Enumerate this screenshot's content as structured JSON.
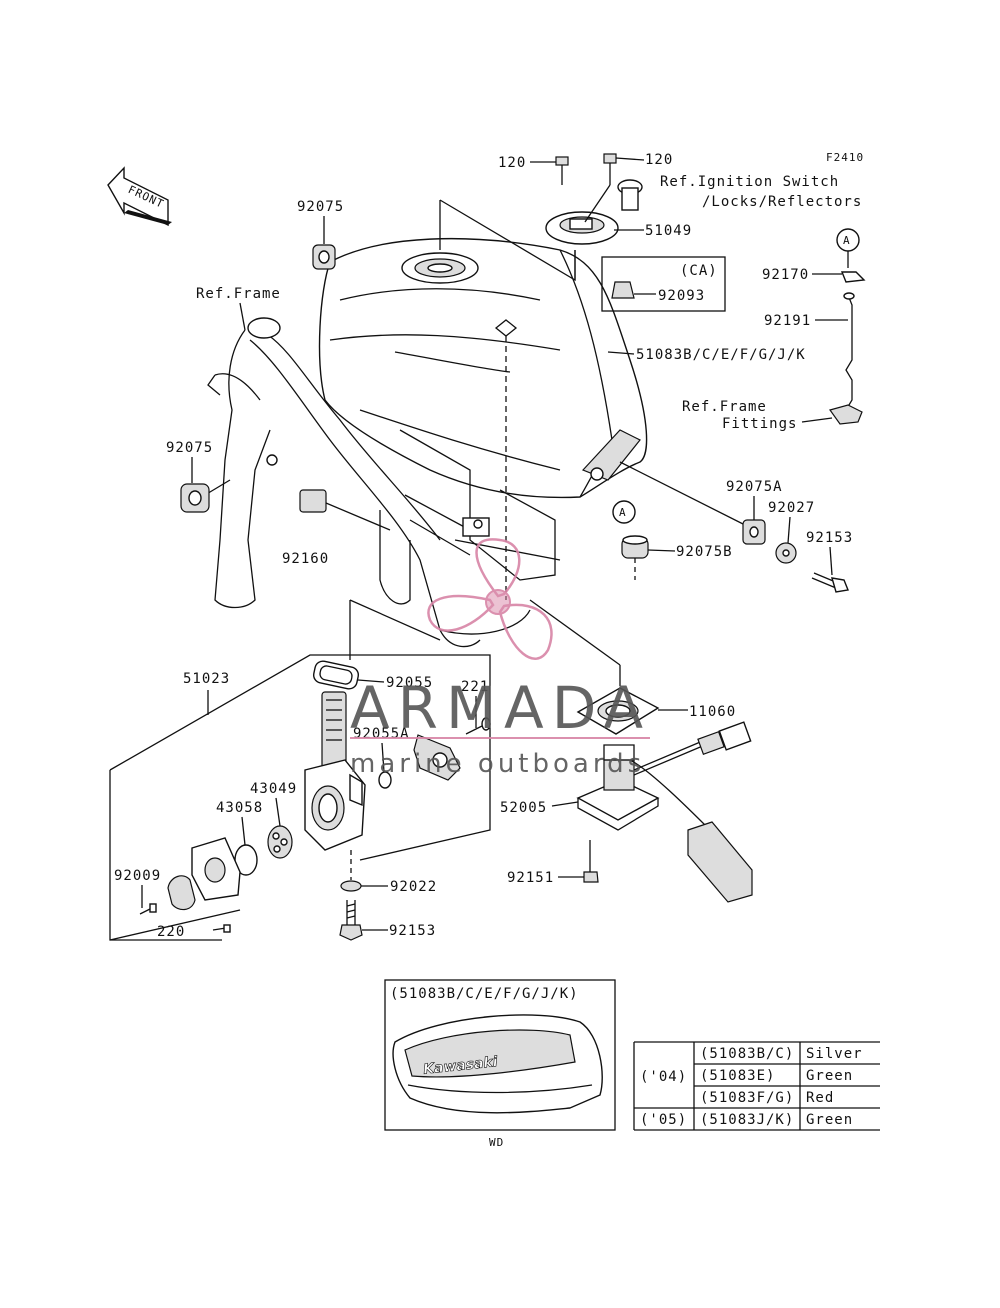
{
  "figure_id": "F2410",
  "front_label": "FRONT",
  "watermark": {
    "brand": "ARMADA",
    "tagline": "marine outboards",
    "color": "#d884a6"
  },
  "callouts": {
    "c120a": "120",
    "c120b": "120",
    "ref_ignition_1": "Ref.Ignition Switch",
    "ref_ignition_2": "/Locks/Reflectors",
    "c51049": "51049",
    "ca": "(CA)",
    "c92093": "92093",
    "marker_a1": "A",
    "c92170": "92170",
    "c92191": "92191",
    "c92075_top": "92075",
    "ref_frame": "Ref.Frame",
    "c51083": "51083B/C/E/F/G/J/K",
    "ref_frame_fittings_1": "Ref.Frame",
    "ref_frame_fittings_2": "Fittings",
    "c92075_left": "92075",
    "c92075A": "92075A",
    "c92027": "92027",
    "c92153_r": "92153",
    "marker_a2": "A",
    "c92075B": "92075B",
    "c92160": "92160",
    "c51023": "51023",
    "c92055": "92055",
    "c221": "221",
    "c11060": "11060",
    "c92055A": "92055A",
    "c43049": "43049",
    "c43058": "43058",
    "c52005": "52005",
    "c92009": "92009",
    "c92022": "92022",
    "c92151": "92151",
    "c220": "220",
    "c92153_b": "92153"
  },
  "inset": {
    "title": "(51083B/C/E/F/G/J/K)",
    "decal": "Kawasaki",
    "caption": "WD"
  },
  "color_table": {
    "rows": [
      {
        "year": "('04)",
        "part": "(51083B/C)",
        "color": "Silver"
      },
      {
        "year": "",
        "part": "(51083E)",
        "color": "Green"
      },
      {
        "year": "",
        "part": "(51083F/G)",
        "color": "Red"
      },
      {
        "year": "('05)",
        "part": "(51083J/K)",
        "color": "Green"
      }
    ]
  }
}
